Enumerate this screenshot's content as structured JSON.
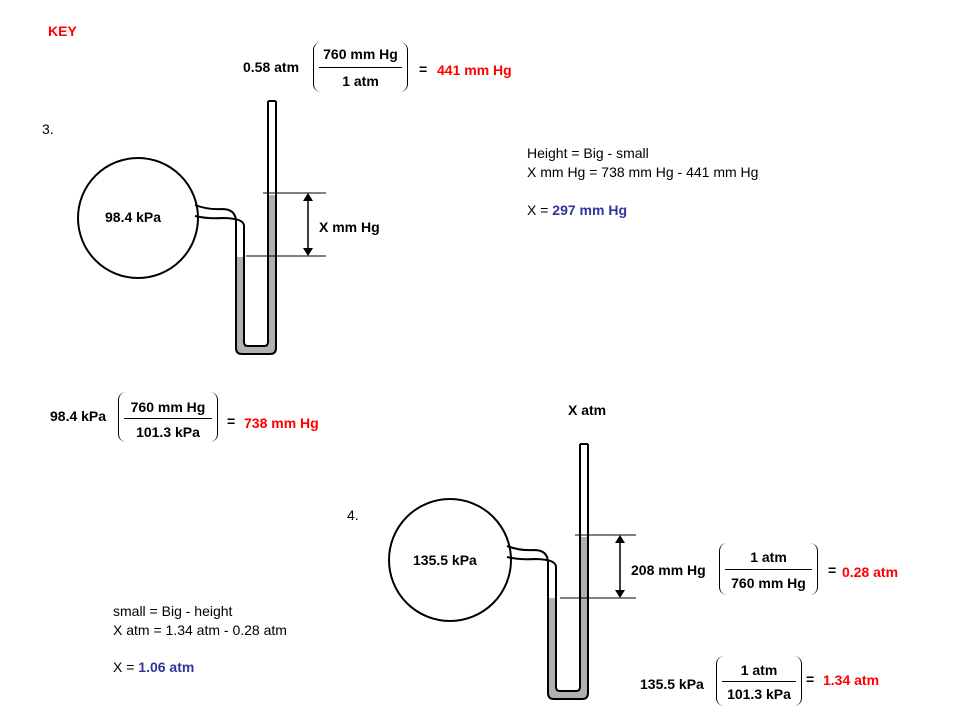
{
  "key_label": "KEY",
  "problem3": {
    "number": "3.",
    "conv1": {
      "lhs": "0.58 atm",
      "num": "760 mm Hg",
      "den": "1 atm",
      "eq": "=",
      "result": "441 mm Hg"
    },
    "bulb_pressure": "98.4 kPa",
    "height_label": "X mm Hg",
    "work": {
      "line1": "Height  =  Big  -  small",
      "line2": "X mm Hg  =  738 mm Hg  - 441 mm Hg",
      "ans_prefix": "X  = ",
      "ans_value": "297 mm Hg"
    },
    "conv2": {
      "lhs": "98.4 kPa",
      "num": "760 mm Hg",
      "den": "101.3 kPa",
      "eq": "=",
      "result": "738 mm Hg"
    }
  },
  "problem4": {
    "number": "4.",
    "top_label": "X atm",
    "bulb_pressure": "135.5 kPa",
    "height_label": "208 mm Hg",
    "conv1": {
      "num": "1 atm",
      "den": "760 mm Hg",
      "eq": "=",
      "result": "0.28 atm"
    },
    "conv2": {
      "lhs": "135.5 kPa",
      "num": "1 atm",
      "den": "101.3 kPa",
      "eq": "=",
      "result": "1.34 atm"
    },
    "work": {
      "line1": "small  =  Big  -  height",
      "line2": "X atm  =  1.34 atm  - 0.28 atm",
      "ans_prefix": "X  = ",
      "ans_value": "1.06 atm"
    }
  },
  "colors": {
    "answer": "#ff0000",
    "final": "#333399",
    "mercury": "#b0b0b0"
  }
}
